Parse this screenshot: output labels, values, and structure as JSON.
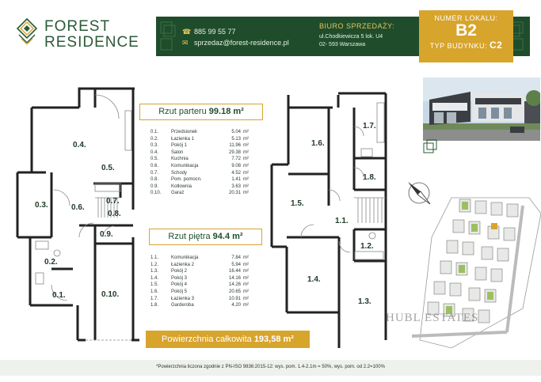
{
  "brand": {
    "name_line1": "FOREST",
    "name_line2": "RESIDENCE"
  },
  "contact": {
    "phone": "885 99 55 77",
    "email": "sprzedaz@forest-residence.pl"
  },
  "office": {
    "title": "BIURO SPRZEDAŻY:",
    "address_line1": "ul.Chodkiewicza 5 lok. U4",
    "address_line2": "02- 593 Warszawa"
  },
  "unit": {
    "number_label": "NUMER LOKALU:",
    "number": "B2",
    "building_label": "TYP BUDYNKU:",
    "building": "C2"
  },
  "ground_floor": {
    "title": "Rzut parteru",
    "area": "99.18 m²",
    "rooms": [
      {
        "num": "0.1.",
        "name": "Przedsionek",
        "area": "5.04",
        "unit": "m²"
      },
      {
        "num": "0.2.",
        "name": "Łazienka 1",
        "area": "5.13",
        "unit": "m²"
      },
      {
        "num": "0.3.",
        "name": "Pokój 1",
        "area": "11.96",
        "unit": "m²"
      },
      {
        "num": "0.4.",
        "name": "Salon",
        "area": "29.38",
        "unit": "m²"
      },
      {
        "num": "0.5.",
        "name": "Kuchnia",
        "area": "7.72",
        "unit": "m²"
      },
      {
        "num": "0.6.",
        "name": "Komunikacja",
        "area": "9.08",
        "unit": "m²"
      },
      {
        "num": "0.7.",
        "name": "Schody",
        "area": "4.52",
        "unit": "m²"
      },
      {
        "num": "0.8.",
        "name": "Pom. pomocn.",
        "area": "1.41",
        "unit": "m²"
      },
      {
        "num": "0.9.",
        "name": "Kotłownia",
        "area": "3.63",
        "unit": "m²"
      },
      {
        "num": "0.10.",
        "name": "Garaż",
        "area": "20.31",
        "unit": "m²"
      }
    ],
    "plan_labels": [
      "0.1.",
      "0.2.",
      "0.3.",
      "0.4.",
      "0.5.",
      "0.6.",
      "0.7.",
      "0.8.",
      "0.9.",
      "0.10."
    ]
  },
  "first_floor": {
    "title": "Rzut piętra",
    "area": "94.4 m²",
    "rooms": [
      {
        "num": "1.1.",
        "name": "Komunikacja",
        "area": "7.84",
        "unit": "m²"
      },
      {
        "num": "1.2.",
        "name": "Łazienka 2",
        "area": "5.94",
        "unit": "m²"
      },
      {
        "num": "1.3.",
        "name": "Pokój 2",
        "area": "16.44",
        "unit": "m²"
      },
      {
        "num": "1.4.",
        "name": "Pokój 3",
        "area": "14.16",
        "unit": "m²"
      },
      {
        "num": "1.5.",
        "name": "Pokój 4",
        "area": "14.26",
        "unit": "m²"
      },
      {
        "num": "1.6.",
        "name": "Pokój 5",
        "area": "20.65",
        "unit": "m²"
      },
      {
        "num": "1.7.",
        "name": "Łazienka 3",
        "area": "10.91",
        "unit": "m²"
      },
      {
        "num": "1.8.",
        "name": "Garderoba",
        "area": "4.20",
        "unit": "m²"
      }
    ],
    "plan_labels": [
      "1.1.",
      "1.2.",
      "1.3.",
      "1.4.",
      "1.5.",
      "1.6.",
      "1.7.",
      "1.8."
    ]
  },
  "total": {
    "label": "Powierzchnia całkowita",
    "value": "193,58 m²"
  },
  "footnote": "*Powierzchnia liczona zgodnie z PN-ISO 9836:2015-12: wys. pom. 1.4-2.1m = 50%, wys. pom. od 2.2=100%",
  "watermark": "HUBL ESTATES",
  "colors": {
    "brand_green": "#1f4d2c",
    "accent_gold": "#d7a42c",
    "plan_green": "#1f3b2a"
  },
  "icons": {
    "phone": "phone-icon",
    "email": "email-icon",
    "logo": "diamond-logo-icon",
    "compass": "compass-icon"
  }
}
